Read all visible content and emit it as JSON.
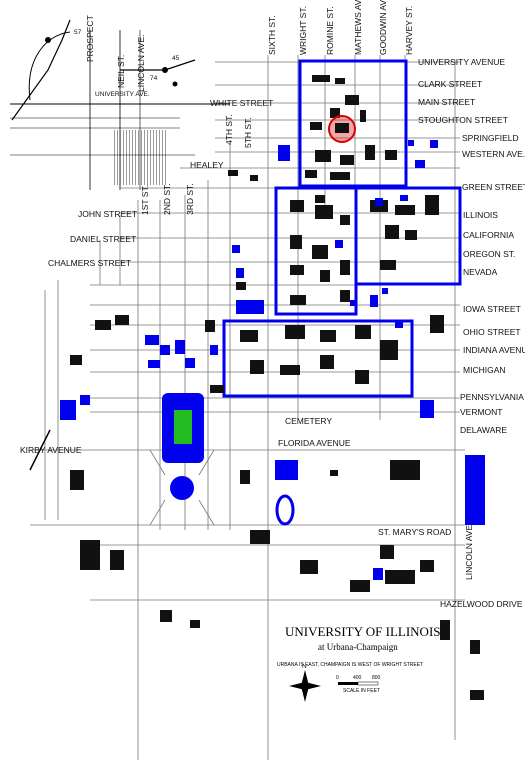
{
  "map": {
    "title": "UNIVERSITY OF ILLINOIS",
    "subtitle": "at Urbana-Champaign",
    "note": "URBANA IS EAST, CHAMPAIGN IS WEST OF WRIGHT STREET",
    "scale_label": "SCALE IN FEET",
    "scale_ticks": [
      "0",
      "400",
      "800"
    ],
    "compass": "N",
    "colors": {
      "route": "#0000ee",
      "building_blue": "#0000ee",
      "highlight": "#dd0000",
      "field": "#22bb22"
    }
  },
  "streets_vertical": [
    {
      "key": "sixth",
      "label": "SIXTH ST."
    },
    {
      "key": "wright",
      "label": "WRIGHT ST."
    },
    {
      "key": "romine",
      "label": "ROMINE ST."
    },
    {
      "key": "mathews",
      "label": "MATHEWS AVE."
    },
    {
      "key": "goodwin",
      "label": "GOODWIN AVE."
    },
    {
      "key": "harvey",
      "label": "HARVEY ST."
    },
    {
      "key": "fourth",
      "label": "4TH ST."
    },
    {
      "key": "fifth",
      "label": "5TH ST."
    },
    {
      "key": "first",
      "label": "1ST ST."
    },
    {
      "key": "second",
      "label": "2ND ST."
    },
    {
      "key": "third",
      "label": "3RD ST."
    },
    {
      "key": "lincoln",
      "label": "LINCOLN AVE."
    }
  ],
  "streets_right": [
    "UNIVERSITY AVENUE",
    "CLARK STREET",
    "MAIN STREET",
    "STOUGHTON STREET",
    "SPRINGFIELD",
    "WESTERN AVE.",
    "GREEN STREET",
    "ILLINOIS",
    "CALIFORNIA",
    "OREGON ST.",
    "NEVADA",
    "IOWA STREET",
    "OHIO STREET",
    "INDIANA AVENUE",
    "MICHIGAN",
    "PENNSYLVANIA",
    "VERMONT",
    "DELAWARE",
    "ST. MARY'S ROAD",
    "HAZELWOOD DRIVE"
  ],
  "streets_left": [
    "WHITE STREET",
    "HEALEY",
    "JOHN STREET",
    "DANIEL STREET",
    "CHALMERS STREET",
    "KIRBY AVENUE"
  ],
  "streets_center": [
    "CEMETERY",
    "FLORIDA AVENUE"
  ],
  "inset": {
    "labels": [
      "PROSPECT",
      "NEIL ST.",
      "LINCOLN AVE.",
      "UNIVERSITY AVE.",
      "57",
      "74",
      "45"
    ]
  }
}
